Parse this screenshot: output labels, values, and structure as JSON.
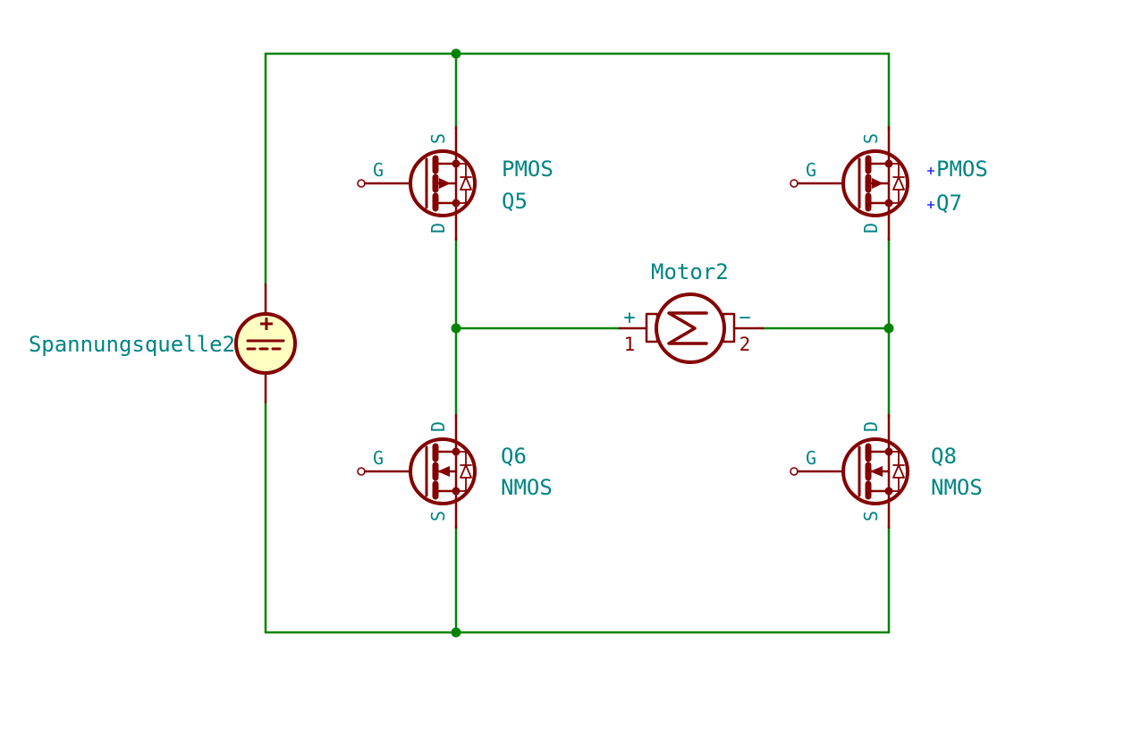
{
  "schematic": {
    "colors": {
      "background": "#FFFFFF",
      "wire": "#008400",
      "junction": "#008400",
      "symbol_outline": "#840000",
      "symbol_fill": "#FFFFC2",
      "field_text": "#008484",
      "pin_number_text": "#840000",
      "field_anchor": "#2A2AFF"
    },
    "voltage_source": {
      "label": "Spannungsquelle2",
      "plus_sign": "+"
    },
    "transistors": [
      {
        "ref": "Q5",
        "value": "PMOS",
        "gate_pin": "G",
        "top_pin": "S",
        "bottom_pin": "D"
      },
      {
        "ref": "Q6",
        "value": "NMOS",
        "gate_pin": "G",
        "top_pin": "D",
        "bottom_pin": "S"
      },
      {
        "ref": "Q7",
        "value": "PMOS",
        "gate_pin": "G",
        "top_pin": "S",
        "bottom_pin": "D"
      },
      {
        "ref": "Q8",
        "value": "NMOS",
        "gate_pin": "G",
        "top_pin": "D",
        "bottom_pin": "S"
      }
    ],
    "motor": {
      "label": "Motor2",
      "pin1_name": "+",
      "pin1_number": "1",
      "pin2_name": "−",
      "pin2_number": "2"
    }
  }
}
